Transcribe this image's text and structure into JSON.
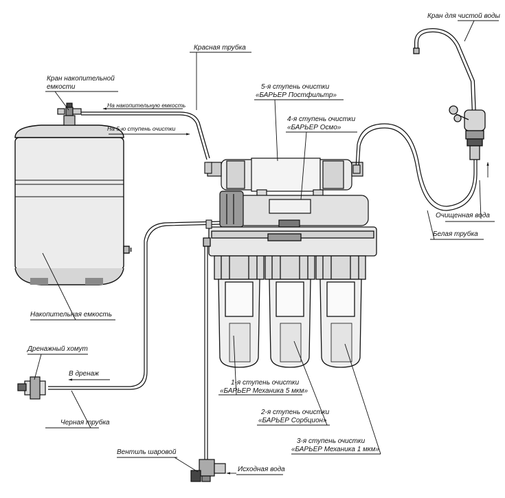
{
  "diagram": {
    "labels": {
      "clean_water_faucet": "Кран для чистой воды",
      "red_tube": "Красная трубка",
      "tank_valve_line1": "Кран накопительной",
      "tank_valve_line2": "емкости",
      "to_storage_tank": "На накопительную емкость",
      "to_stage5": "На 5-ю ступень очистки",
      "stage5_line1": "5-я ступень очистки",
      "stage5_line2": "«БАРЬЕР Постфильтр»",
      "stage4_line1": "4-я ступень очистки",
      "stage4_line2": "«БАРЬЕР Осмо»",
      "purified_water": "Очищенная вода",
      "white_tube": "Белая трубка",
      "storage_tank": "Накопительная емкость",
      "drain_clamp": "Дренажный хомут",
      "to_drain": "В дренаж",
      "black_tube": "Черная трубка",
      "stage1_line1": "1-я ступень очистки",
      "stage1_line2": "«БАРЬЕР Механика 5 мкм»",
      "stage2_line1": "2-я ступень очистки",
      "stage2_line2": "«БАРЬЕР Сорбцион»",
      "stage3_line1": "3-я ступень очистки",
      "stage3_line2": "«БАРЬЕР Механика 1 мкм»",
      "ball_valve": "Вентиль шаровой",
      "source_water": "Исходная вода"
    },
    "colors": {
      "line": "#111111",
      "shade_light": "#e6e6e6",
      "shade_mid": "#cfcfcf",
      "shade_dark": "#7a7a7a"
    }
  }
}
